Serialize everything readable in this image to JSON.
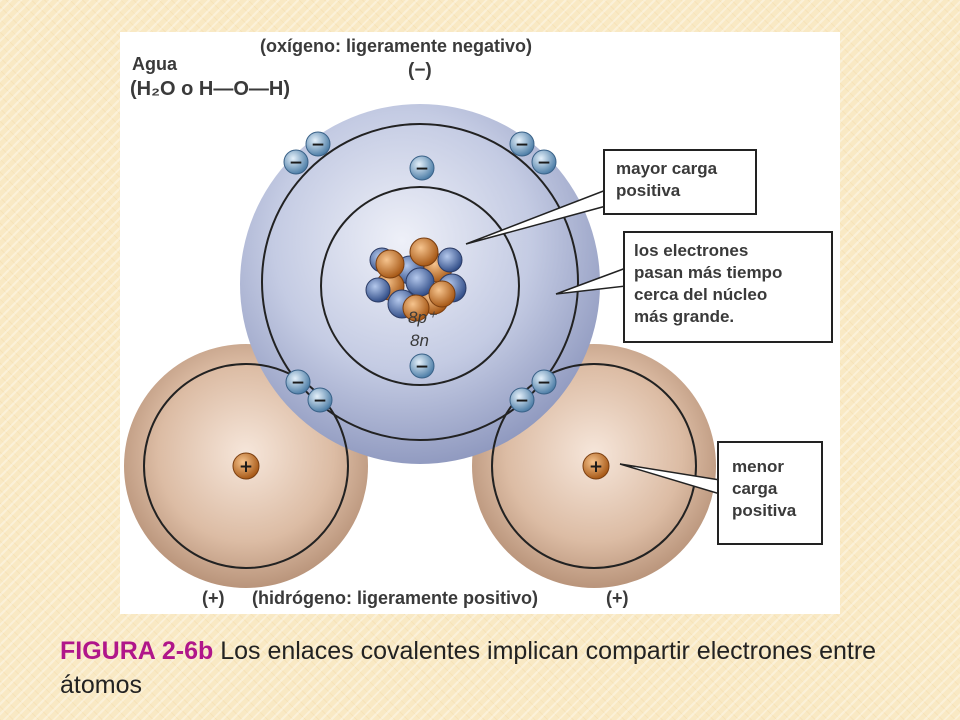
{
  "figure": {
    "title": "Agua",
    "formula": "(H₂O o H—O—H)",
    "oxygen_label": "(oxígeno: ligeramente negativo)",
    "oxygen_sign": "(−)",
    "nucleus_protons": "8p⁺",
    "nucleus_neutrons": "8n",
    "callout_1": [
      "mayor carga",
      "positiva"
    ],
    "callout_2": [
      "los electrones",
      "pasan más tiempo",
      "cerca del núcleo",
      "más grande."
    ],
    "callout_3": [
      "menor",
      "carga",
      "positiva"
    ],
    "hydrogen_left_sign": "(+)",
    "hydrogen_label": "(hidrógeno: ligeramente positivo)",
    "hydrogen_right_sign": "(+)",
    "electron_symbol": "−",
    "proton_symbol": "+"
  },
  "caption": {
    "figure_number": "FIGURA 2-6b",
    "text": " Los enlaces covalentes implican compartir electrones entre átomos"
  },
  "colors": {
    "oxygen": "#aeb8d8",
    "hydrogen": "#d8b59c",
    "electron": "#7aa6c8",
    "proton": "#c8742a",
    "neutron": "#5a7cb8",
    "caption_highlight": "#b0168a"
  }
}
